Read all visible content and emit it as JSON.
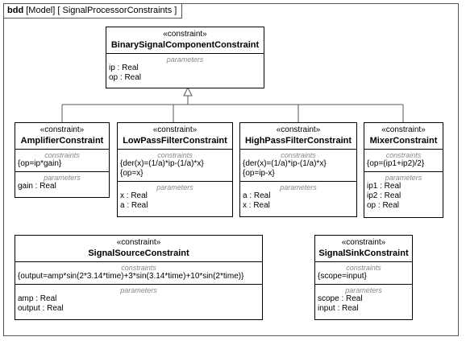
{
  "frame": {
    "kind": "bdd",
    "context": "[Model]",
    "name": "[ SignalProcessorConstraints ]"
  },
  "stereotype": "«constraint»",
  "parameters_label": "parameters",
  "constraints_label": "constraints",
  "blocks": {
    "binary": {
      "name": "BinarySignalComponentConstraint",
      "parameters": [
        "ip : Real",
        "op : Real"
      ]
    },
    "amplifier": {
      "name": "AmplifierConstraint",
      "constraints": [
        "{op=ip*gain}"
      ],
      "parameters": [
        "gain : Real"
      ]
    },
    "lowpass": {
      "name": "LowPassFilterConstraint",
      "constraints": [
        "{der(x)=(1/a)*ip-(1/a)*x}",
        "{op=x}"
      ],
      "parameters": [
        "x : Real",
        "a : Real"
      ]
    },
    "highpass": {
      "name": "HighPassFilterConstraint",
      "constraints": [
        "{der(x)=(1/a)*ip-(1/a)*x}",
        "{op=ip-x}"
      ],
      "parameters": [
        "a : Real",
        "x : Real"
      ]
    },
    "mixer": {
      "name": "MixerConstraint",
      "constraints": [
        "{op=(ip1+ip2)/2}"
      ],
      "parameters": [
        "ip1 : Real",
        "ip2 : Real",
        "op : Real"
      ]
    },
    "source": {
      "name": "SignalSourceConstraint",
      "constraints": [
        "{output=amp*sin(2*3.14*time)+3*sin(3.14*time)+10*sin(2*time)}"
      ],
      "parameters": [
        "amp : Real",
        "output : Real"
      ]
    },
    "sink": {
      "name": "SignalSinkConstraint",
      "constraints": [
        "{scope=input}"
      ],
      "parameters": [
        "scope : Real",
        "input : Real"
      ]
    }
  }
}
